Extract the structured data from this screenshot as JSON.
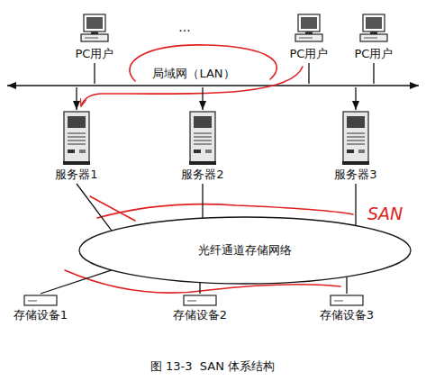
{
  "diagram": {
    "caption": "图 13-3  SAN 体系结构",
    "nodes": [
      {
        "text": [
          "PC用户"
        ]
      },
      {
        "text": [
          "PC用户"
        ]
      },
      {
        "text": [
          "PC用户"
        ]
      },
      {
        "text": [
          "局域网（LAN）"
        ]
      },
      {
        "text": [
          "服务器1"
        ]
      },
      {
        "text": [
          "服务器2"
        ]
      },
      {
        "text": [
          "服务器3"
        ]
      },
      {
        "text": [
          "光纤通道存储网络"
        ]
      },
      {
        "text": [
          "存储设备1"
        ]
      },
      {
        "text": [
          "存储设备2"
        ]
      },
      {
        "text": [
          "存储设备3"
        ]
      }
    ],
    "edges": [
      {
        "from": 0,
        "to": 3,
        "arrow": "none"
      },
      {
        "from": 1,
        "to": 3,
        "arrow": "none"
      },
      {
        "from": 2,
        "to": 3,
        "arrow": "none"
      },
      {
        "from": 3,
        "to": 4,
        "arrow": "to"
      },
      {
        "from": 3,
        "to": 5,
        "arrow": "to"
      },
      {
        "from": 3,
        "to": 6,
        "arrow": "to"
      },
      {
        "from": 4,
        "to": 7,
        "arrow": "none"
      },
      {
        "from": 5,
        "to": 7,
        "arrow": "none"
      },
      {
        "from": 6,
        "to": 7,
        "arrow": "none"
      },
      {
        "from": 7,
        "to": 8,
        "arrow": "none"
      },
      {
        "from": 7,
        "to": 9,
        "arrow": "none"
      },
      {
        "from": 7,
        "to": 10,
        "arrow": "none"
      }
    ],
    "labels": [
      "...",
      "SAN"
    ]
  }
}
